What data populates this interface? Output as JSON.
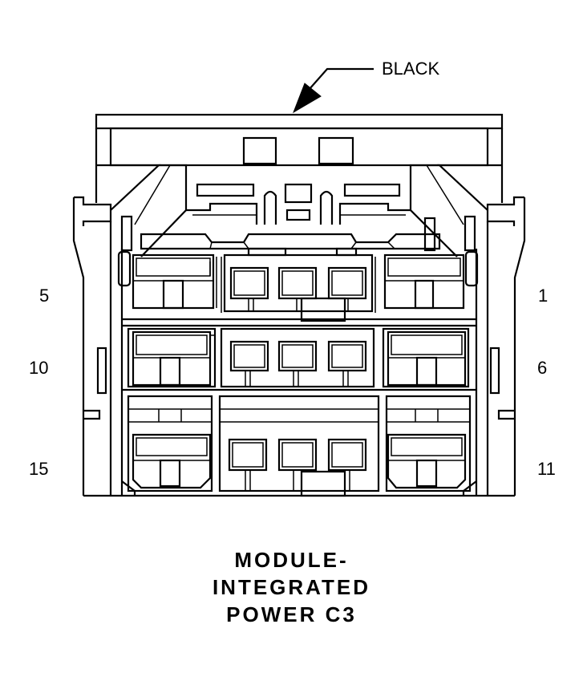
{
  "callout": {
    "color_label": "BLACK"
  },
  "pin_labels": {
    "left_top": "5",
    "left_middle": "10",
    "left_bottom": "15",
    "right_top": "1",
    "right_middle": "6",
    "right_bottom": "11"
  },
  "title_lines": [
    "MODULE-",
    "INTEGRATED",
    "POWER C3"
  ]
}
